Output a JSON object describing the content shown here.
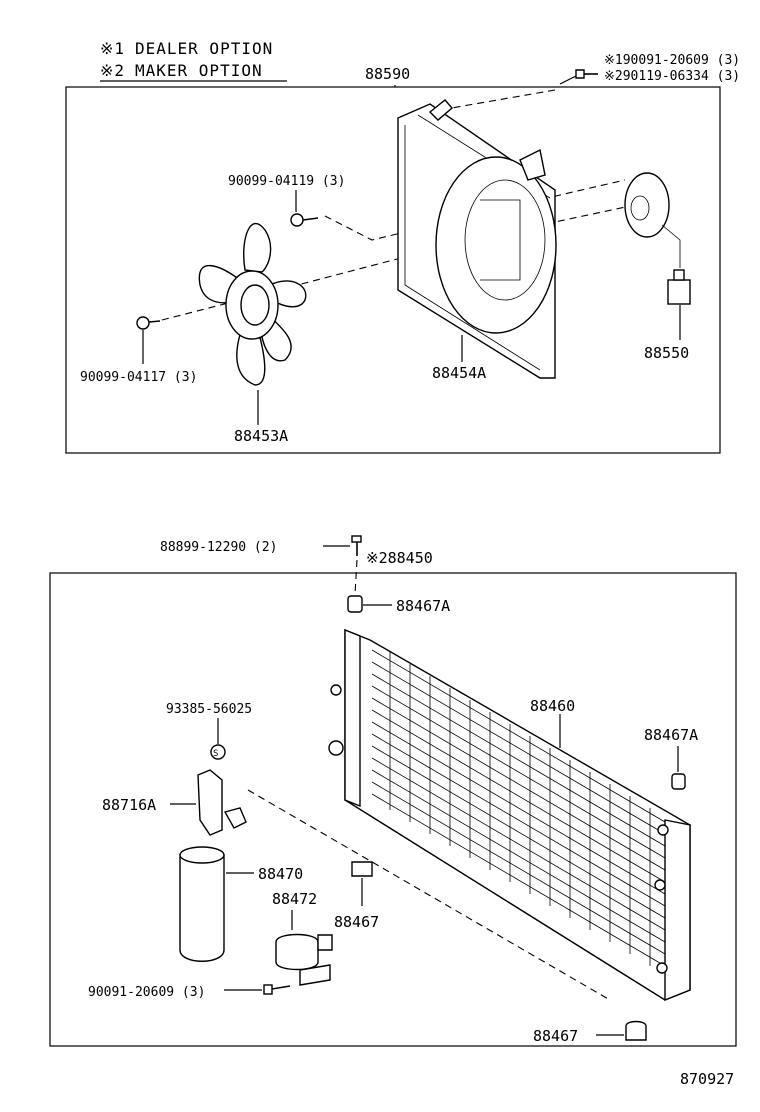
{
  "legend": {
    "item1_mark": "※1",
    "item1_text": "DEALER OPTION",
    "item2_mark": "※2",
    "item2_text": "MAKER OPTION"
  },
  "upper_assembly": {
    "assembly_no": "88590",
    "bolt_opt1": "※190091-20609 (3)",
    "bolt_opt2": "※290119-06334 (3)",
    "screw_top": "90099-04119 (3)",
    "screw_left": "90099-04117 (3)",
    "fan": "88453A",
    "shroud": "88454A",
    "motor": "88550"
  },
  "lower_assembly": {
    "bolt_top": "88899-12290 (2)",
    "condenser_assy": "※288450",
    "cushion_top": "88467A",
    "condenser": "88460",
    "cushion_right": "88467A",
    "seal": "93385-56025",
    "bracket": "88716A",
    "receiver": "88470",
    "clamp": "88472",
    "cushion_mid": "88467",
    "bolt_bottom": "90091-20609 (3)",
    "cushion_bottom": "88467"
  },
  "footer": {
    "diagram_code": "870927"
  }
}
